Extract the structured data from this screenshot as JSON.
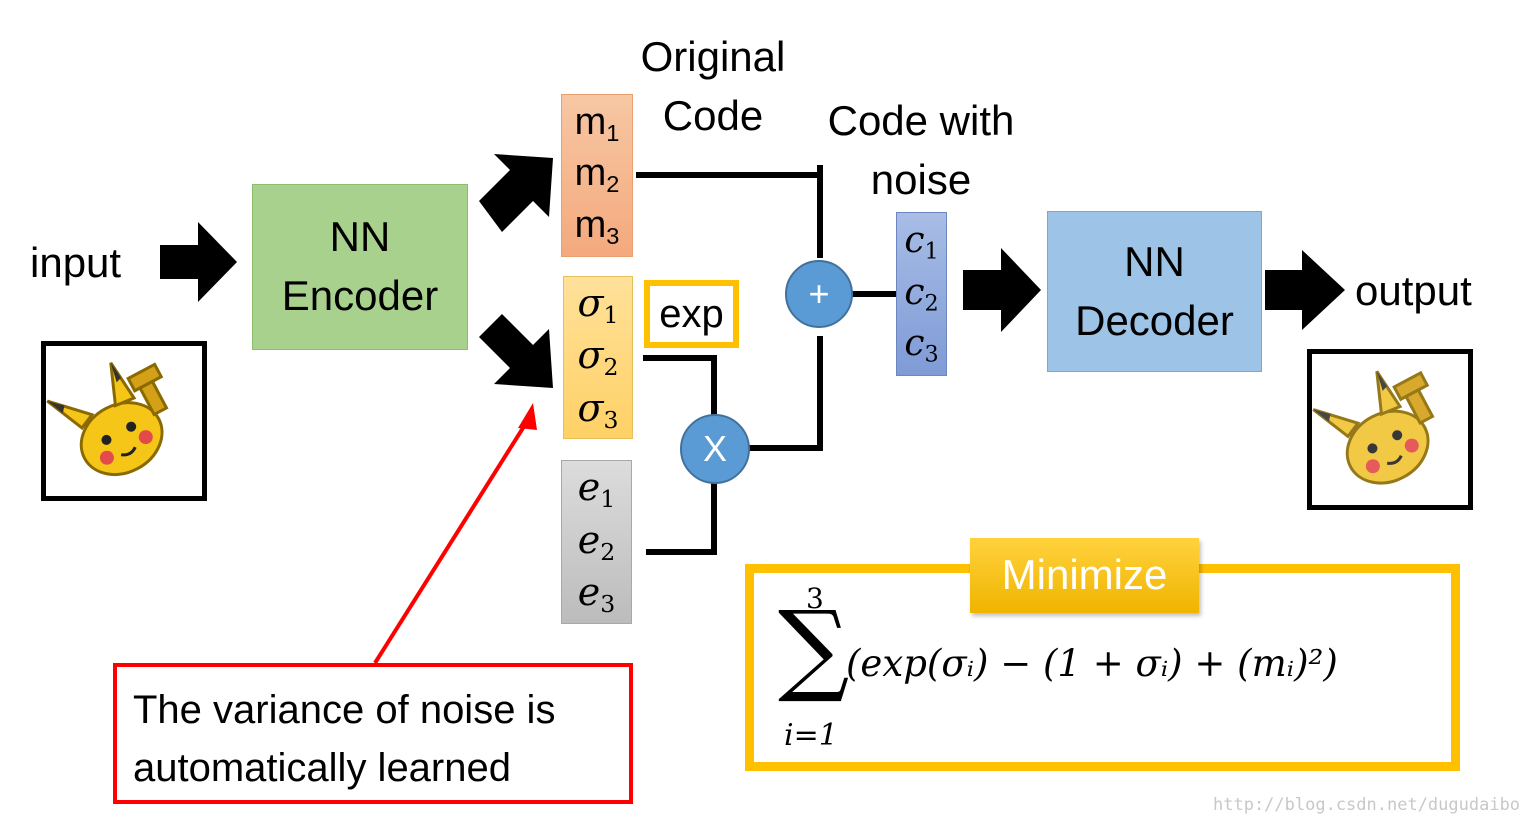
{
  "labels": {
    "input": "input",
    "output": "output",
    "original_code": [
      "Original",
      "Code"
    ],
    "code_with_noise": [
      "Code with",
      "noise"
    ]
  },
  "encoder": {
    "lines": [
      "NN",
      "Encoder"
    ]
  },
  "decoder": {
    "lines": [
      "NN",
      "Decoder"
    ]
  },
  "vectors": {
    "m": {
      "symbol": "m",
      "subs": [
        "1",
        "2",
        "3"
      ]
    },
    "sigma": {
      "symbol": "σ",
      "subs": [
        "1",
        "2",
        "3"
      ]
    },
    "e": {
      "symbol": "e",
      "subs": [
        "1",
        "2",
        "3"
      ]
    },
    "c": {
      "symbol": "c",
      "subs": [
        "1",
        "2",
        "3"
      ]
    }
  },
  "ops": {
    "exp": "exp",
    "plus": "+",
    "times": "X"
  },
  "callout": {
    "lines": [
      "The variance of noise is",
      "automatically learned"
    ]
  },
  "minimize": {
    "title": "Minimize",
    "sum_upper": "3",
    "sum_lower": "i=1",
    "sigma_glyph": "∑",
    "expression": "(exp(σᵢ) − (1 + σᵢ) + (mᵢ)²)"
  },
  "watermark": "http://blog.csdn.net/dugudaibo",
  "colors": {
    "encoder_fill": "#a9d18e",
    "decoder_fill": "#9dc3e6",
    "m_fill": "#f4b183",
    "sigma_fill": "#ffd966",
    "e_fill": "#c9c9c9",
    "c_fill": "#8faadc",
    "op_circle": "#5b9bd5",
    "accent_yellow": "#ffc000",
    "callout_red": "#ff0000"
  }
}
